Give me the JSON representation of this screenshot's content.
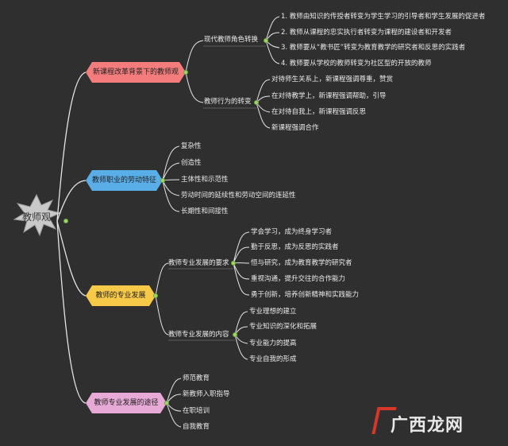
{
  "root": {
    "label": "教师观"
  },
  "branches": [
    {
      "label": "新课程改革背景下的教师观",
      "color": "#f47c7c",
      "children": [
        {
          "label": "现代教师角色转换",
          "children": [
            "1. 教师由知识的传授者转变为学生学习的引导者和学生发展的促进者",
            "2. 教师从课程的忠实执行者转变为课程的建设者和开发者",
            "3. 教师要从“教书匠”转变为教育教学的研究者和反思的实践者",
            "4. 教师要从学校的教师转变为社区型的开放的教师"
          ]
        },
        {
          "label": "教师行为的转变",
          "children": [
            "对待师生关系上，新课程强调尊重，赞赏",
            "在对待教学上，新课程强调帮助，引导",
            "在对待自我上，新课程强调反思",
            "新课程强调合作"
          ]
        }
      ]
    },
    {
      "label": "教师职业的劳动特征",
      "color": "#5aaee8",
      "children": [
        "复杂性",
        "创造性",
        "主体性和示范性",
        "劳动时间的延续性和劳动空间的连延性",
        "长期性和间接性"
      ]
    },
    {
      "label": "教师的专业发展",
      "color": "#f7c948",
      "children": [
        {
          "label": "教师专业发展的要求",
          "children": [
            "学会学习，成为终身学习者",
            "勤于反思，成为反思的实践者",
            "恒与研究，成为教育教学的研究者",
            "重视沟通，提升交往的合作能力",
            "勇于创新，培养创新精神和实践能力"
          ]
        },
        {
          "label": "教师专业发展的内容",
          "children": [
            "专业理想的建立",
            "专业知识的深化和拓展",
            "专业能力的提高",
            "专业自我的形成"
          ]
        }
      ]
    },
    {
      "label": "教师专业发展的途径",
      "color": "#e7a9d6",
      "children": [
        "师范教育",
        "新教师入职指导",
        "在职培训",
        "自我教育"
      ]
    }
  ],
  "watermark": "广西龙网"
}
